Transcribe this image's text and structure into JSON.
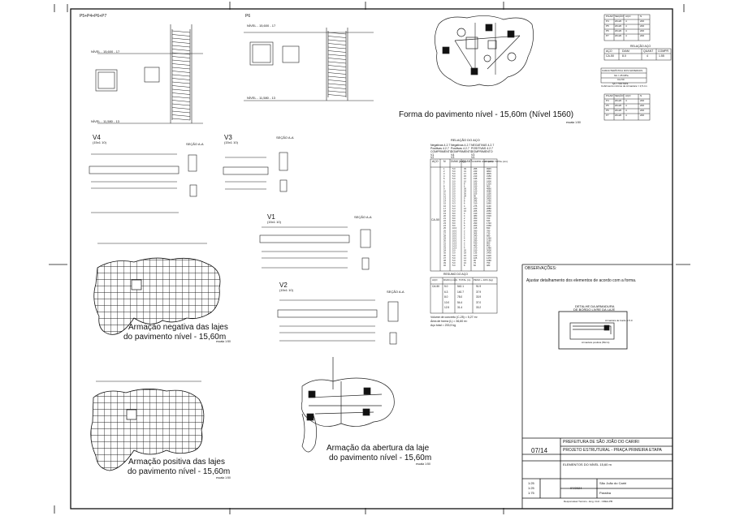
{
  "labels": {
    "pilar_group": "P5+P4+P6+P7",
    "pilar_p6": "P6",
    "nivel_top_1": "NÍVEL - 15,600 - 17",
    "nivel_top_2": "NÍVEL - 15,600 - 17",
    "nivel_bottom_1": "NÍVEL - 11,580 - 13",
    "nivel_bottom_2": "NÍVEL - 11,580 - 13",
    "beam_v4": "V4",
    "beam_v3": "V3",
    "beam_v1": "V1",
    "beam_v2": "V2",
    "beam_section_size": "(15x1 10)",
    "secao_aa": "SEÇÃO A-A",
    "scale_note": "escala 1:50"
  },
  "titles": {
    "forma_pavimento": "Forma do pavimento nível - 15,60m (Nível 1560)",
    "armacao_negativa_1": "Armação negativa das lajes",
    "armacao_negativa_2": "do pavimento nível - 15,60m",
    "armacao_positiva_1": "Armação positiva das lajes",
    "armacao_positiva_2": "do pavimento nível - 15,60m",
    "armacao_abertura_1": "Armação da abertura da laje",
    "armacao_abertura_2": "do pavimento nível - 15,60m"
  },
  "steel_table": {
    "title": "RELAÇÃO DO AÇO",
    "groups": [
      "Negativas 4.2.7\nPositivas 4.2.7\nCOMPRIMENTO\nV1\nV2",
      "Negativas 4.2.7\nPositivas 4.2.7\nCOMPRIMENTO\nV4\nV3",
      "NEGATIVAS 4.2.7\nPOSITIVAS 4.2.7\nCOMPRIMENTO\nV3\nV4"
    ],
    "headers": [
      "AÇO",
      "N",
      "DIAM (mm)",
      "QUANT",
      "COMPR UNIT (cm)",
      "COMPR TOTAL (cm)"
    ],
    "steel": "CA-50",
    "rows": [
      [
        "1",
        "5.0",
        "39",
        "255",
        "9945"
      ],
      [
        "2",
        "5.0",
        "41",
        "240",
        "9840"
      ],
      [
        "3",
        "5.0",
        "17",
        "225",
        "3825"
      ],
      [
        "4",
        "5.0",
        "15",
        "210",
        "3150"
      ],
      [
        "5",
        "5.0",
        "12",
        "195",
        "2340"
      ],
      [
        "6",
        "5.0",
        "10",
        "180",
        "1800"
      ],
      [
        "7",
        "5.0",
        "8",
        "165",
        "1320"
      ],
      [
        "8",
        "5.0",
        "6",
        "150",
        "900"
      ],
      [
        "9",
        "5.0",
        "36",
        "135",
        "4860"
      ],
      [
        "10",
        "5.0",
        "34",
        "120",
        "4080"
      ],
      [
        "11",
        "5.0",
        "30",
        "105",
        "3150"
      ],
      [
        "12",
        "5.0",
        "28",
        "90",
        "2520"
      ],
      [
        "13",
        "6.3",
        "9",
        "380",
        "3420"
      ],
      [
        "14",
        "6.3",
        "8",
        "345",
        "2760"
      ],
      [
        "15",
        "6.3",
        "6",
        "310",
        "1860"
      ],
      [
        "16",
        "6.3",
        "4",
        "275",
        "1100"
      ],
      [
        "17",
        "6.3",
        "12",
        "240",
        "2880"
      ],
      [
        "18",
        "6.3",
        "10",
        "205",
        "2050"
      ],
      [
        "19",
        "8.0",
        "4",
        "410",
        "1640"
      ],
      [
        "20",
        "8.0",
        "4",
        "380",
        "1520"
      ],
      [
        "21",
        "8.0",
        "2",
        "350",
        "700"
      ],
      [
        "22",
        "8.0",
        "2",
        "320",
        "640"
      ],
      [
        "23",
        "8.0",
        "6",
        "290",
        "1740"
      ],
      [
        "24",
        "8.0",
        "6",
        "260",
        "1560"
      ],
      [
        "25",
        "10.0",
        "2",
        "415",
        "830"
      ],
      [
        "26",
        "10.0",
        "2",
        "390",
        "780"
      ],
      [
        "27",
        "10.0",
        "2",
        "365",
        "730"
      ],
      [
        "28",
        "10.0",
        "2",
        "340",
        "680"
      ],
      [
        "29",
        "10.0",
        "4",
        "315",
        "1260"
      ],
      [
        "30",
        "10.0",
        "4",
        "290",
        "1160"
      ],
      [
        "31",
        "12.5",
        "2",
        "430",
        "860"
      ],
      [
        "32",
        "12.5",
        "2",
        "400",
        "800"
      ],
      [
        "33",
        "12.5",
        "4",
        "370",
        "1480"
      ],
      [
        "34",
        "5.0",
        "20",
        "150",
        "3000"
      ],
      [
        "35",
        "5.0",
        "18",
        "135",
        "2430"
      ],
      [
        "36",
        "5.0",
        "16",
        "120",
        "1920"
      ],
      [
        "37",
        "5.0",
        "14",
        "105",
        "1470"
      ],
      [
        "38",
        "5.0",
        "12",
        "90",
        "1080"
      ],
      [
        "39",
        "5.0",
        "10",
        "75",
        "750"
      ],
      [
        "40",
        "5.0",
        "8",
        "60",
        "480"
      ]
    ]
  },
  "steel_summary": {
    "title": "RESUMO DO AÇO",
    "headers": [
      "AÇO",
      "DIAM (mm)",
      "C. TOTAL (m)",
      "PESO + 10% (kg)"
    ],
    "rows": [
      [
        "CA-50",
        "5.0",
        "542.1",
        "91.9"
      ],
      [
        "",
        "6.3",
        "140.7",
        "37.9"
      ],
      [
        "",
        "8.0",
        "78.0",
        "33.9"
      ],
      [
        "",
        "10.0",
        "54.4",
        "37.0"
      ],
      [
        "",
        "12.5",
        "31.4",
        "33.2"
      ]
    ],
    "notes": [
      "Volume de concreto (C-25) = 5,27 m³",
      "Área de forma (L) = 36,60 m²",
      "Aço total = 233,9 kg"
    ]
  },
  "side_tables": {
    "t1_header": [
      "PILAR",
      "SEÇÃO",
      "AÇO",
      "N",
      "COMP"
    ],
    "t1_rows": [
      [
        "P4",
        "20x20",
        "4",
        "200"
      ],
      [
        "P5",
        "20x20",
        "4",
        "200"
      ],
      [
        "P6",
        "20x20",
        "4",
        "200"
      ],
      [
        "P7",
        "20x20",
        "4",
        "200"
      ]
    ],
    "t2_title": "RELAÇÃO AÇO",
    "t2_header": [
      "AÇO",
      "DIAM",
      "QUANT",
      "COMPR"
    ],
    "t2_row": [
      "CA-50",
      "8.0",
      "4",
      "1.55"
    ],
    "t3_title": "CARACTERÍSTICA DOS MATERIAIS",
    "t3_rows": [
      "fck = 25 MPa",
      "CA-50",
      "fyk = 500 MPa"
    ],
    "t3_note": "Cobrimento mínimo de Armadura = 2,5 cm",
    "t4_header": [
      "PILAR",
      "SEÇÃO",
      "AÇO",
      "N",
      "COMP"
    ],
    "t4_rows": [
      [
        "P4",
        "20x20",
        "4",
        "200"
      ],
      [
        "P5",
        "20x20",
        "4",
        "200"
      ],
      [
        "P6",
        "20x20",
        "4",
        "200"
      ],
      [
        "P7",
        "20x20",
        "4",
        "200"
      ]
    ]
  },
  "observations": {
    "title": "OBSERVAÇÕES:",
    "text": "Ajustar detalhamento dos elementos de acordo com a forma.",
    "detail_title_1": "DETALHE DA ARMADURA",
    "detail_title_2": "DE BORDO LIVRE DA LAJE",
    "detail_label_1": "Armadura de bordo ø 5.0",
    "detail_label_2": "Armadura positiva (50cm)"
  },
  "title_block": {
    "sheet": "07/14",
    "owner": "PREFEITURA DE SÃO JOÃO DO CARIRI",
    "project": "PROJETO ESTRUTURAL - PRAÇA PRIMEIRA ETAPA",
    "content": "ELEMENTOS DO NÍVEL 15,60 m",
    "scales": [
      "1:25",
      "1:25",
      "1:75"
    ],
    "date": "07/2024",
    "city": "São João do Cariri",
    "state": "Paraíba",
    "footer": "Responsável Técnico - Eng. Civil - CREA-PB"
  }
}
